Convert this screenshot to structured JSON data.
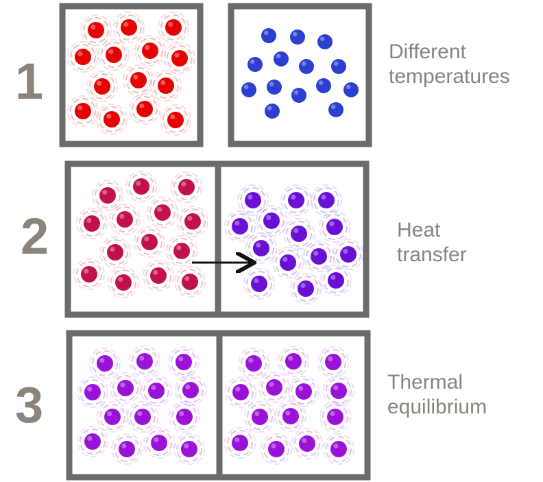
{
  "stages": [
    {
      "number": "1",
      "caption_line1": "Different",
      "caption_line2": "temperatures",
      "left_color": "#e60000",
      "right_color": "#2b3fd1",
      "connected": false,
      "arrow": false
    },
    {
      "number": "2",
      "caption_line1": "Heat",
      "caption_line2": "transfer",
      "left_color": "#c2104a",
      "right_color": "#6a10d6",
      "connected": true,
      "arrow": true
    },
    {
      "number": "3",
      "caption_line1": "Thermal",
      "caption_line2": "equilibrium",
      "left_color": "#9a12d8",
      "right_color": "#9a12d8",
      "connected": true,
      "arrow": false
    }
  ],
  "colors": {
    "frame": "#6b6b6b",
    "label": "#8a847d",
    "arrow": "#111111"
  }
}
